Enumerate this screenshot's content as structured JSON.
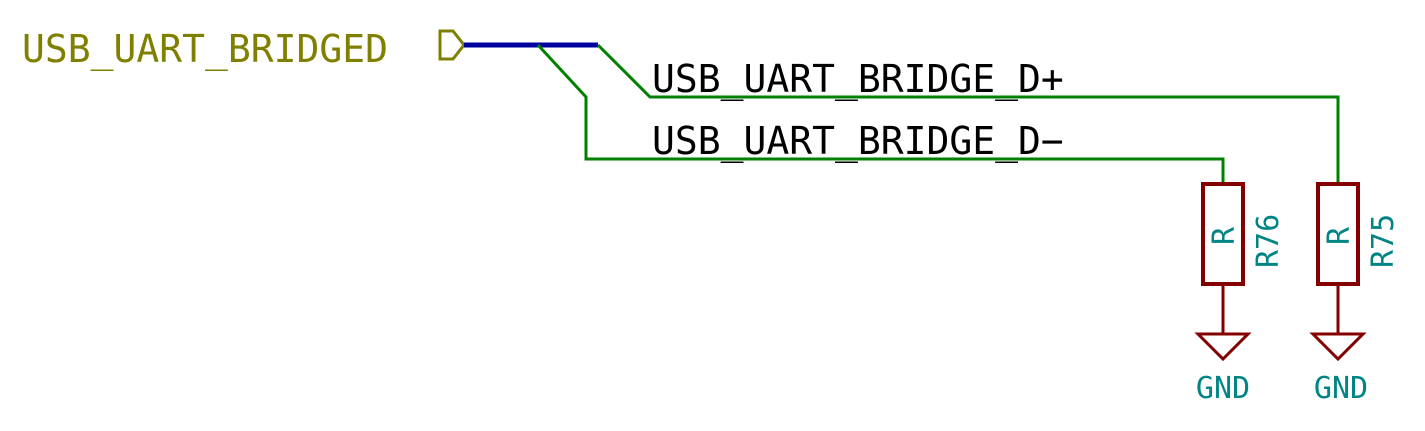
{
  "schematic": {
    "global_label": "USB_UART_BRIDGED",
    "net_labels": {
      "d_plus": "USB_UART_BRIDGE_D+",
      "d_minus": "USB_UART_BRIDGE_D−"
    },
    "components": [
      {
        "ref": "R76",
        "value": "R",
        "power": "GND"
      },
      {
        "ref": "R75",
        "value": "R",
        "power": "GND"
      }
    ]
  },
  "colors": {
    "global_label": "#808000",
    "bus": "#0000a0",
    "wire": "#008000",
    "component": "#840000",
    "component_text": "#008484",
    "net_label": "#000000"
  }
}
